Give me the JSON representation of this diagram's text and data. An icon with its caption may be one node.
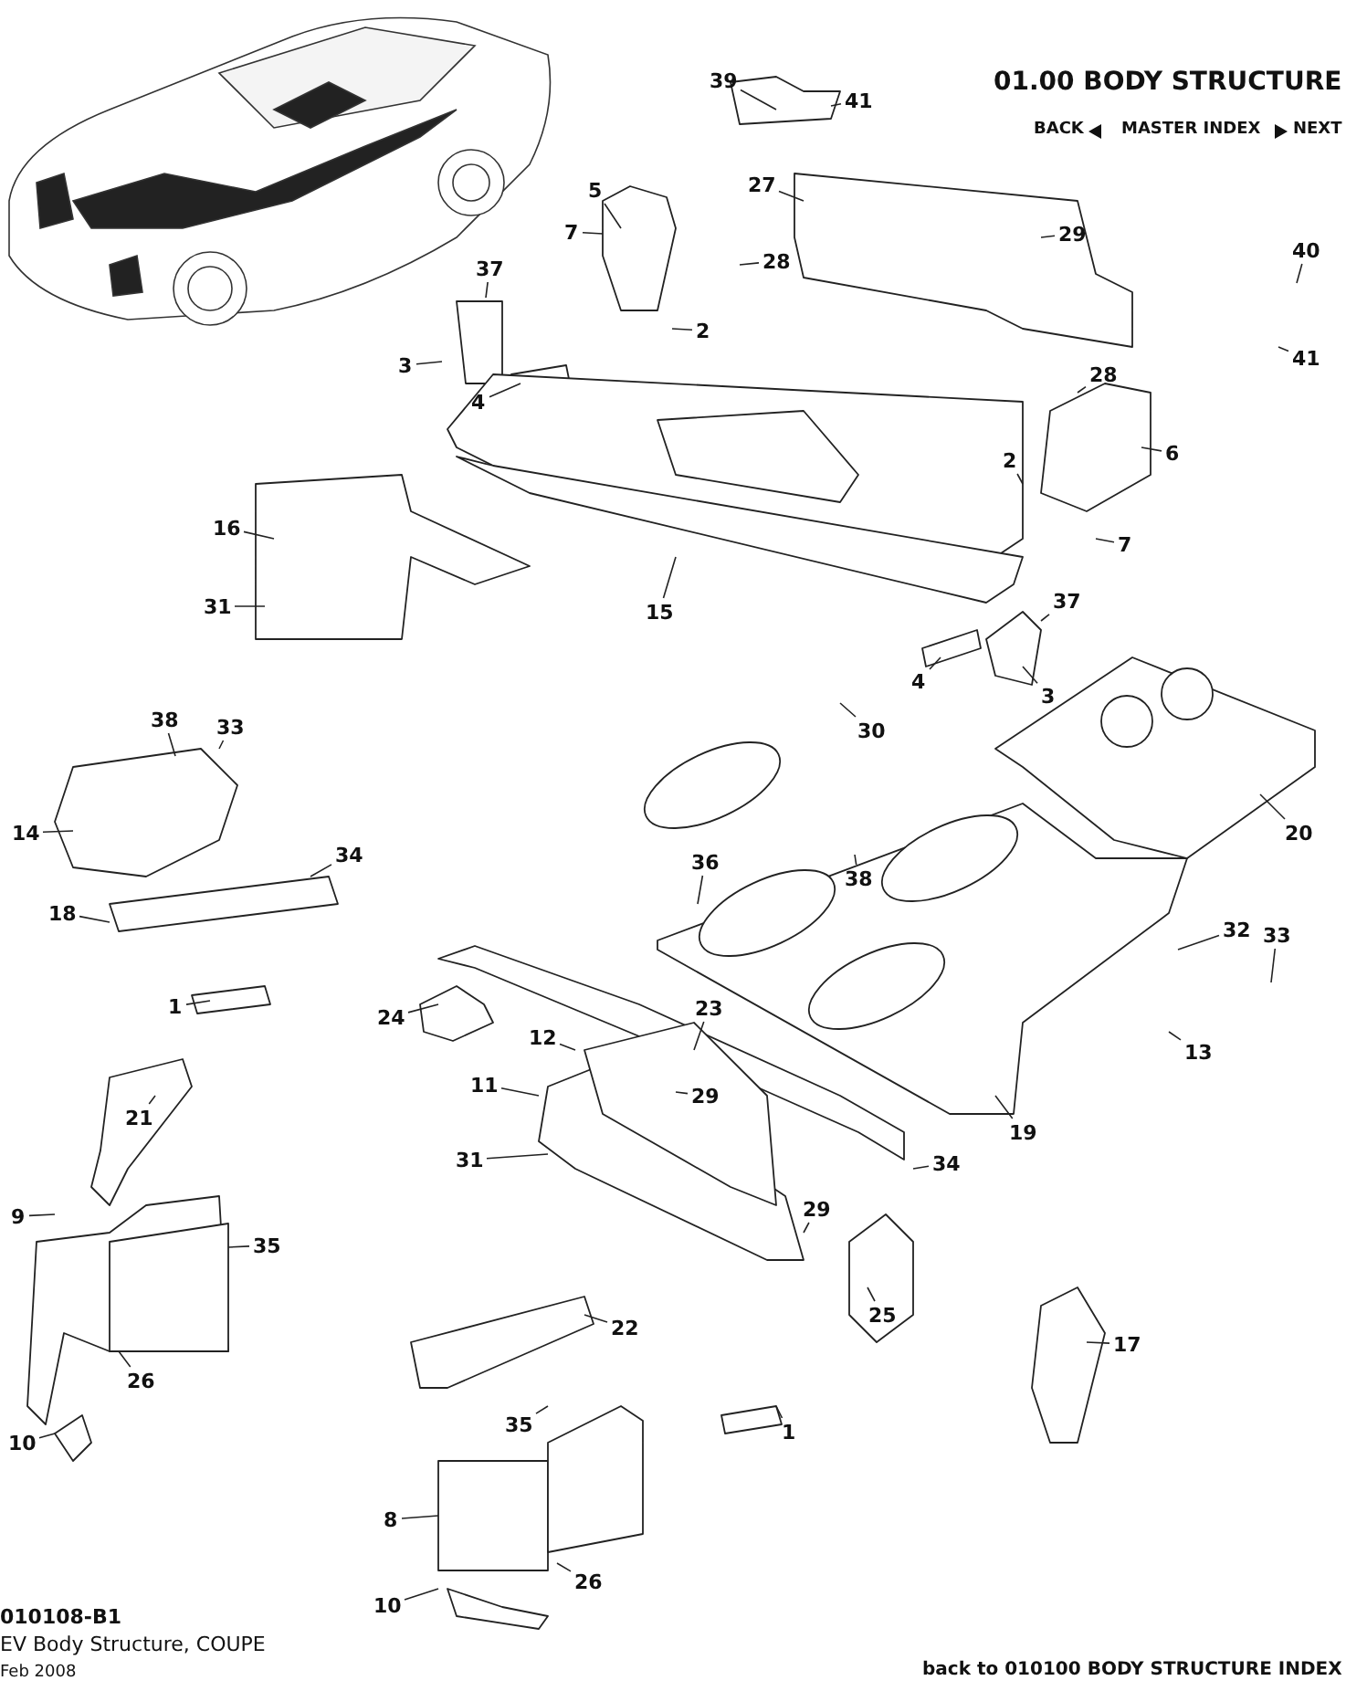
{
  "diagram": {
    "title": "01.00 BODY STRUCTURE",
    "nodes": [
      {
        "text": [
          "39"
        ]
      },
      {
        "text": [
          "41"
        ]
      },
      {
        "text": [
          "5"
        ]
      },
      {
        "text": [
          "27"
        ]
      },
      {
        "text": [
          "7"
        ]
      },
      {
        "text": [
          "29"
        ]
      },
      {
        "text": [
          "28"
        ]
      },
      {
        "text": [
          "40"
        ]
      },
      {
        "text": [
          "37"
        ]
      },
      {
        "text": [
          "2"
        ]
      },
      {
        "text": [
          "3"
        ]
      },
      {
        "text": [
          "41"
        ]
      },
      {
        "text": [
          "4"
        ]
      },
      {
        "text": [
          "28"
        ]
      },
      {
        "text": [
          "6"
        ]
      },
      {
        "text": [
          "2"
        ]
      },
      {
        "text": [
          "16"
        ]
      },
      {
        "text": [
          "7"
        ]
      },
      {
        "text": [
          "31"
        ]
      },
      {
        "text": [
          "15"
        ]
      },
      {
        "text": [
          "37"
        ]
      },
      {
        "text": [
          "4"
        ]
      },
      {
        "text": [
          "3"
        ]
      },
      {
        "text": [
          "30"
        ]
      },
      {
        "text": [
          "38"
        ]
      },
      {
        "text": [
          "33"
        ]
      },
      {
        "text": [
          "14"
        ]
      },
      {
        "text": [
          "20"
        ]
      },
      {
        "text": [
          "34"
        ]
      },
      {
        "text": [
          "36"
        ]
      },
      {
        "text": [
          "38"
        ]
      },
      {
        "text": [
          "18"
        ]
      },
      {
        "text": [
          "32"
        ]
      },
      {
        "text": [
          "33"
        ]
      },
      {
        "text": [
          "1"
        ]
      },
      {
        "text": [
          "24"
        ]
      },
      {
        "text": [
          "23"
        ]
      },
      {
        "text": [
          "12"
        ]
      },
      {
        "text": [
          "13"
        ]
      },
      {
        "text": [
          "21"
        ]
      },
      {
        "text": [
          "11"
        ]
      },
      {
        "text": [
          "29"
        ]
      },
      {
        "text": [
          "19"
        ]
      },
      {
        "text": [
          "31"
        ]
      },
      {
        "text": [
          "34"
        ]
      },
      {
        "text": [
          "9"
        ]
      },
      {
        "text": [
          "29"
        ]
      },
      {
        "text": [
          "35"
        ]
      },
      {
        "text": [
          "25"
        ]
      },
      {
        "text": [
          "22"
        ]
      },
      {
        "text": [
          "26"
        ]
      },
      {
        "text": [
          "17"
        ]
      },
      {
        "text": [
          "1"
        ]
      },
      {
        "text": [
          "35"
        ]
      },
      {
        "text": [
          "10"
        ]
      },
      {
        "text": [
          "8"
        ]
      },
      {
        "text": [
          "26"
        ]
      },
      {
        "text": [
          "10"
        ]
      }
    ],
    "edges": [
      {
        "from": 0,
        "to": null,
        "arrow": "none"
      },
      {
        "from": 1,
        "to": null,
        "arrow": "none"
      },
      {
        "from": 2,
        "to": null,
        "arrow": "none"
      },
      {
        "from": 3,
        "to": null,
        "arrow": "none"
      },
      {
        "from": 4,
        "to": null,
        "arrow": "none"
      },
      {
        "from": 5,
        "to": null,
        "arrow": "none"
      },
      {
        "from": 6,
        "to": null,
        "arrow": "none"
      },
      {
        "from": 7,
        "to": null,
        "arrow": "none"
      },
      {
        "from": 8,
        "to": null,
        "arrow": "none"
      },
      {
        "from": 9,
        "to": null,
        "arrow": "none"
      },
      {
        "from": 10,
        "to": null,
        "arrow": "none"
      },
      {
        "from": 11,
        "to": null,
        "arrow": "none"
      },
      {
        "from": 12,
        "to": null,
        "arrow": "none"
      },
      {
        "from": 13,
        "to": null,
        "arrow": "none"
      },
      {
        "from": 14,
        "to": null,
        "arrow": "none"
      },
      {
        "from": 15,
        "to": null,
        "arrow": "none"
      },
      {
        "from": 16,
        "to": null,
        "arrow": "none"
      },
      {
        "from": 17,
        "to": null,
        "arrow": "none"
      },
      {
        "from": 18,
        "to": null,
        "arrow": "none"
      },
      {
        "from": 19,
        "to": null,
        "arrow": "none"
      },
      {
        "from": 20,
        "to": null,
        "arrow": "none"
      },
      {
        "from": 21,
        "to": null,
        "arrow": "none"
      },
      {
        "from": 22,
        "to": null,
        "arrow": "none"
      },
      {
        "from": 23,
        "to": null,
        "arrow": "none"
      },
      {
        "from": 24,
        "to": null,
        "arrow": "none"
      },
      {
        "from": 25,
        "to": null,
        "arrow": "none"
      },
      {
        "from": 26,
        "to": null,
        "arrow": "none"
      },
      {
        "from": 27,
        "to": null,
        "arrow": "none"
      },
      {
        "from": 28,
        "to": null,
        "arrow": "none"
      },
      {
        "from": 29,
        "to": null,
        "arrow": "none"
      },
      {
        "from": 30,
        "to": null,
        "arrow": "none"
      },
      {
        "from": 31,
        "to": null,
        "arrow": "none"
      },
      {
        "from": 32,
        "to": null,
        "arrow": "none"
      },
      {
        "from": 33,
        "to": null,
        "arrow": "none"
      },
      {
        "from": 34,
        "to": null,
        "arrow": "none"
      },
      {
        "from": 35,
        "to": null,
        "arrow": "none"
      },
      {
        "from": 36,
        "to": null,
        "arrow": "none"
      },
      {
        "from": 37,
        "to": null,
        "arrow": "none"
      },
      {
        "from": 38,
        "to": null,
        "arrow": "none"
      },
      {
        "from": 39,
        "to": null,
        "arrow": "none"
      },
      {
        "from": 40,
        "to": null,
        "arrow": "none"
      },
      {
        "from": 41,
        "to": null,
        "arrow": "none"
      },
      {
        "from": 42,
        "to": null,
        "arrow": "none"
      },
      {
        "from": 43,
        "to": null,
        "arrow": "none"
      },
      {
        "from": 44,
        "to": null,
        "arrow": "none"
      },
      {
        "from": 45,
        "to": null,
        "arrow": "none"
      },
      {
        "from": 46,
        "to": null,
        "arrow": "none"
      },
      {
        "from": 47,
        "to": null,
        "arrow": "none"
      },
      {
        "from": 48,
        "to": null,
        "arrow": "none"
      },
      {
        "from": 49,
        "to": null,
        "arrow": "none"
      },
      {
        "from": 50,
        "to": null,
        "arrow": "none"
      },
      {
        "from": 51,
        "to": null,
        "arrow": "none"
      },
      {
        "from": 52,
        "to": null,
        "arrow": "none"
      },
      {
        "from": 53,
        "to": null,
        "arrow": "none"
      },
      {
        "from": 54,
        "to": null,
        "arrow": "none"
      },
      {
        "from": 55,
        "to": null,
        "arrow": "none"
      },
      {
        "from": 56,
        "to": null,
        "arrow": "none"
      },
      {
        "from": 57,
        "to": null,
        "arrow": "none"
      }
    ],
    "labels": [
      "BACK",
      "MASTER INDEX",
      "NEXT",
      "010108-B1",
      "EV Body Structure, COUPE",
      "Feb 2008",
      "back to 010100 BODY STRUCTURE INDEX"
    ]
  }
}
